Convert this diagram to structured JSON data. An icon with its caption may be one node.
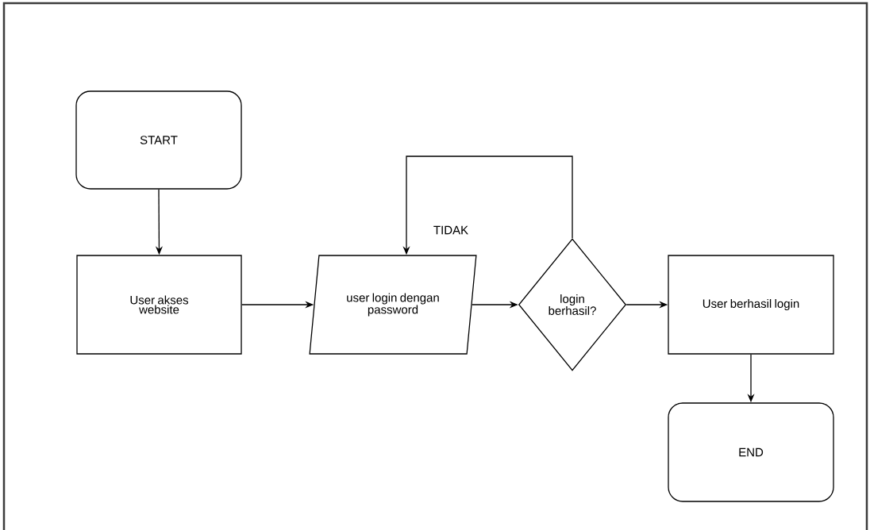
{
  "diagram": {
    "nodes": [
      {
        "text": [
          "START"
        ]
      },
      {
        "text": [
          "User akses website"
        ]
      },
      {
        "text": [
          "user login dengan password"
        ]
      },
      {
        "text": [
          "login berhasil?"
        ]
      },
      {
        "text": [
          "User berhasil login"
        ]
      },
      {
        "text": [
          "END"
        ]
      }
    ],
    "edges": [
      {
        "from": 0,
        "to": 1,
        "arrow": "to"
      },
      {
        "from": 1,
        "to": 2,
        "arrow": "to"
      },
      {
        "from": 2,
        "to": 3,
        "arrow": "to"
      },
      {
        "from": 3,
        "to": 2,
        "arrow": "to",
        "label": "TIDAK"
      },
      {
        "from": 3,
        "to": 4,
        "arrow": "to"
      },
      {
        "from": 4,
        "to": 5,
        "arrow": "to"
      }
    ]
  }
}
